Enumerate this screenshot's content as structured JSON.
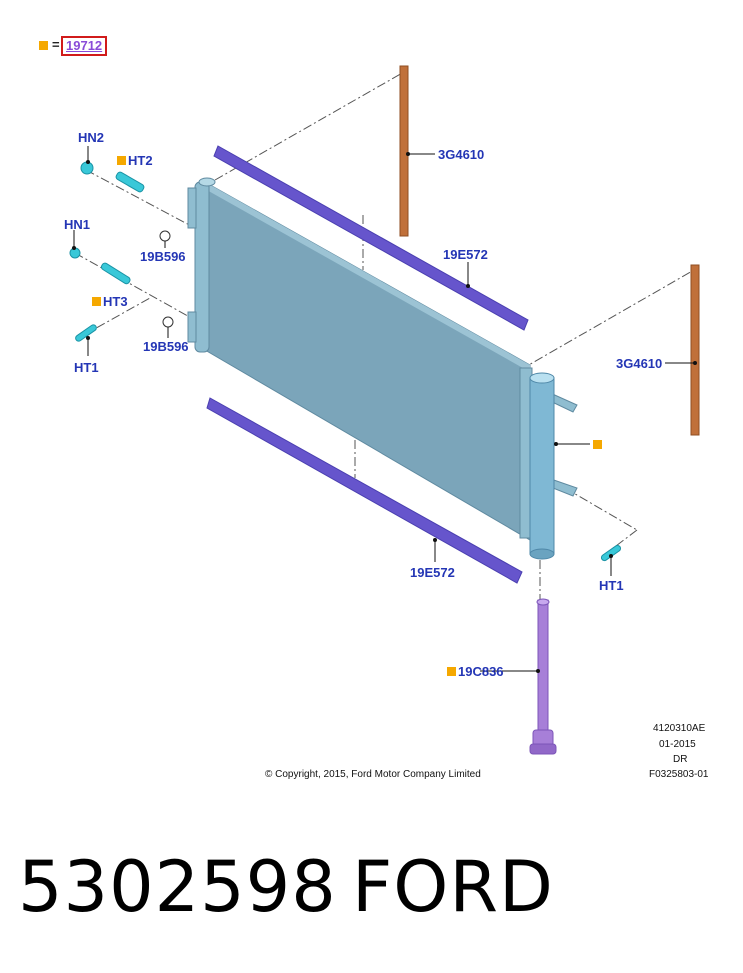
{
  "legend": {
    "ref": "19712"
  },
  "labels": {
    "hn2": "HN2",
    "ht2": "HT2",
    "hn1": "HN1",
    "ht3": "HT3",
    "ht1_left": "HT1",
    "b596_top": "19B596",
    "b596_bottom": "19B596",
    "g4610_top": "3G4610",
    "g4610_right": "3G4610",
    "e572_top": "19E572",
    "e572_bottom": "19E572",
    "ht1_right": "HT1",
    "c836": "19C836"
  },
  "drawing_info": {
    "code": "4120310AE",
    "date": "01-2015",
    "initials": "DR",
    "figure": "F0325803-01"
  },
  "copyright": "© Copyright, 2015, Ford Motor Company Limited",
  "footer": {
    "part_number": "5302598",
    "brand": "FORD"
  },
  "colors": {
    "label_blue": "#2436b5",
    "marker_orange": "#f5a800",
    "condenser_blue": "#7aa3b8",
    "seal_purple": "#6655cc",
    "foam_brown": "#c0703a",
    "dryer_purple": "#a77fd8",
    "fitting_cyan": "#39c8d8"
  }
}
